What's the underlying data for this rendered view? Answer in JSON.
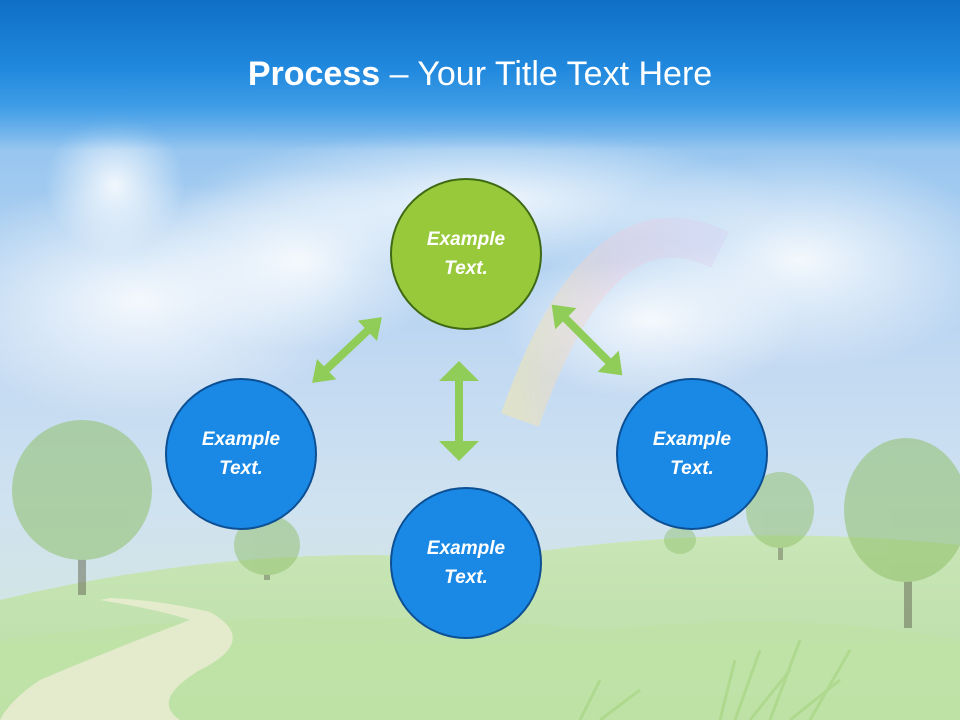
{
  "slide": {
    "title_bold": "Process",
    "title_rest": " – Your Title Text Here"
  },
  "nodes": {
    "top": {
      "text": "Example Text."
    },
    "left": {
      "text": "Example Text."
    },
    "bottom": {
      "text": "Example Text."
    },
    "right": {
      "text": "Example Text."
    }
  },
  "colors": {
    "title_bar": "#1478d4",
    "node_blue": "#1a89e6",
    "node_green": "#98c93b",
    "arrow": "#8fcd58"
  }
}
